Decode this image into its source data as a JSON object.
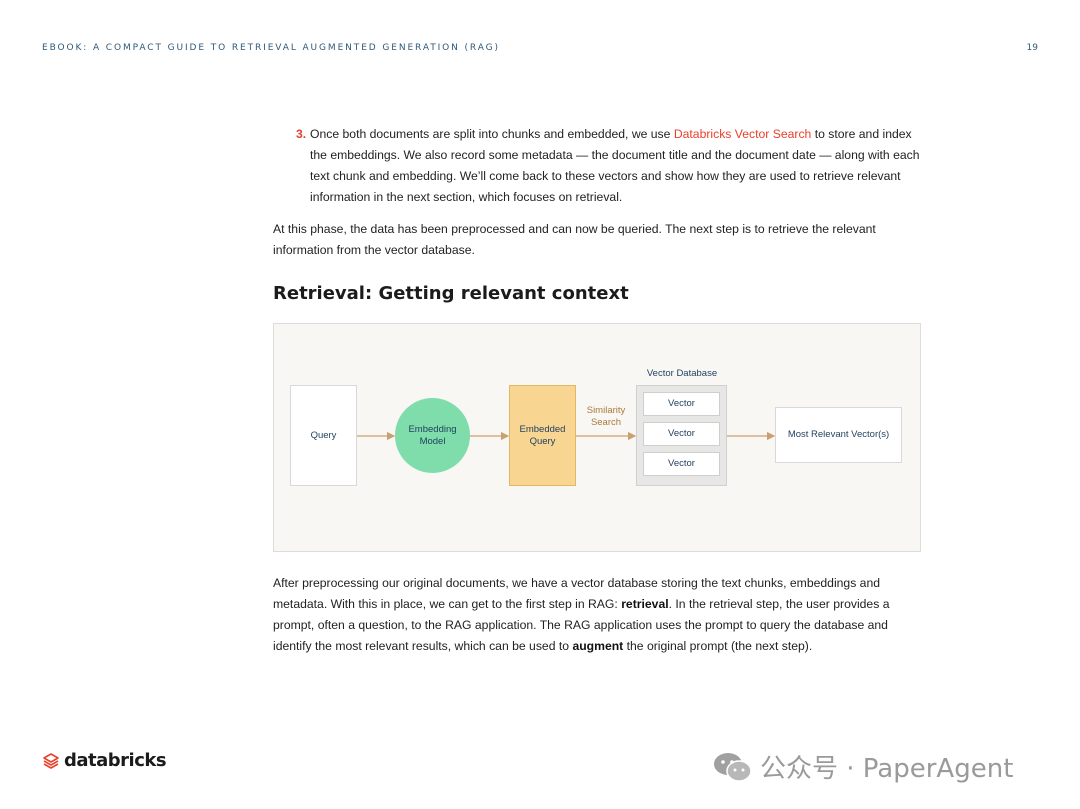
{
  "header": {
    "title": "EBOOK: A COMPACT GUIDE TO RETRIEVAL AUGMENTED GENERATION (RAG)",
    "page_number": "19"
  },
  "list_item": {
    "number": "3.",
    "text_before": "Once both documents are split into chunks and embedded, we use ",
    "link": "Databricks Vector Search",
    "text_after": " to store and index the embeddings. We also record some metadata — the document title and the document date — along with each text chunk and embedding. We’ll come back to these vectors and show how they are used to retrieve relevant information in the next section, which focuses on retrieval."
  },
  "paragraph1": "At this phase, the data has been preprocessed and can now be queried. The next step is to retrieve the relevant information from the vector database.",
  "heading": "Retrieval: Getting relevant context",
  "diagram": {
    "query": "Query",
    "embedding_model": "Embedding Model",
    "embedded_query": "Embedded Query",
    "similarity_search": "Similarity Search",
    "vector_db_title": "Vector Database",
    "vectors": [
      "Vector",
      "Vector",
      "Vector"
    ],
    "most_relevant": "Most Relevant Vector(s)",
    "colors": {
      "embedding_model": "#7fdcab",
      "embedded_query": "#f9d592",
      "arrow": "#c9a070"
    }
  },
  "paragraph2": {
    "part1": "After preprocessing our original documents, we have a vector database storing the text chunks, embeddings and metadata. With this in place, we can get to the first step in RAG: ",
    "bold1": "retrieval",
    "part2": ". In the retrieval step, the user provides a prompt, often a question, to the RAG application. The RAG application uses the prompt to query the database and identify the most relevant results, which can be used to ",
    "bold2": "augment",
    "part3": " the original prompt (the next step)."
  },
  "footer": {
    "logo_text": "databricks",
    "logo_icon": "databricks-stack-icon",
    "watermark_text": "公众号 · PaperAgent",
    "watermark_icon": "wechat-icon"
  }
}
